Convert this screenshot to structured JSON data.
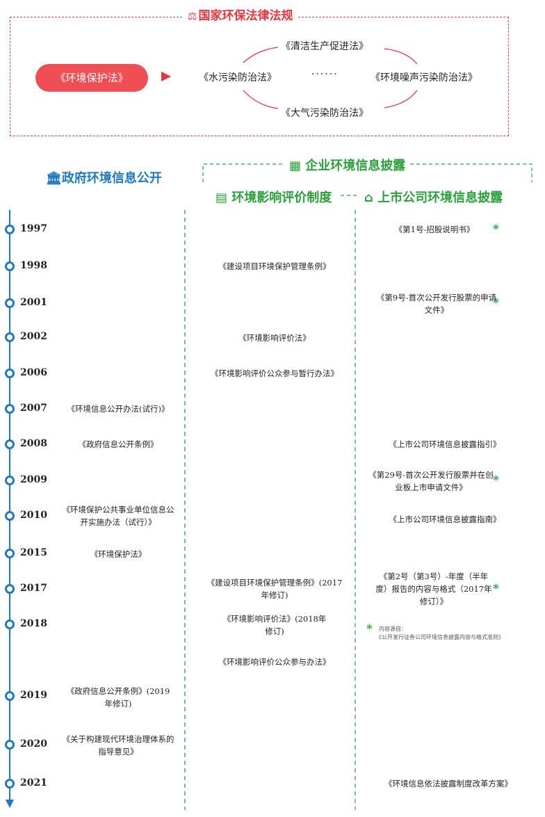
{
  "law_box": {
    "title": "国家环保法律法规",
    "icon": "scales-icon",
    "env_law": "《环境保护法》",
    "clean_production": "《清洁生产促进法》",
    "water_pollution": "《水污染防治法》",
    "ellipsis": "······",
    "noise_pollution": "《环境噪声污染防治法》",
    "air_pollution": "《大气污染防治法》",
    "accent": "#e8343c"
  },
  "headers": {
    "gov": "政府环境信息公开",
    "enterprise": "企业环境信息披露",
    "eia": "环境影响评价制度",
    "listed": "上市公司环境信息披露",
    "blue": "#1f78c4",
    "green": "#2aa13a"
  },
  "timeline": [
    {
      "year": "1997",
      "gov": "",
      "eia": "",
      "listed": "《第1号-招股说明书》",
      "star": true
    },
    {
      "year": "1998",
      "gov": "",
      "eia": "《建设项目环境保护管理条例》",
      "listed": "",
      "star": false
    },
    {
      "year": "2001",
      "gov": "",
      "eia": "",
      "listed": "《第9号-首次公开发行股票的申请文件》",
      "star": true
    },
    {
      "year": "2002",
      "gov": "",
      "eia": "《环境影响评价法》",
      "listed": "",
      "star": false
    },
    {
      "year": "2006",
      "gov": "",
      "eia": "《环境影响评价公众参与暂行办法》",
      "listed": "",
      "star": false
    },
    {
      "year": "2007",
      "gov": "《环境信息公开办法(试行)》",
      "eia": "",
      "listed": "",
      "star": false
    },
    {
      "year": "2008",
      "gov": "《政府信息公开条例》",
      "eia": "",
      "listed": "《上市公司环境信息披露指引》",
      "star": false
    },
    {
      "year": "2009",
      "gov": "",
      "eia": "",
      "listed": "《第29号-首次公开发行股票并在创业板上市申请文件》",
      "star": true
    },
    {
      "year": "2010",
      "gov": "《环境保护公共事业单位信息公开实施办法（试行）》",
      "eia": "",
      "listed": "《上市公司环境信息披露指南》",
      "star": false
    },
    {
      "year": "2015",
      "gov": "《环境保护法》",
      "eia": "",
      "listed": "",
      "star": false
    },
    {
      "year": "2017",
      "gov": "",
      "eia": "《建设项目环境保护管理条例》(2017年修订)",
      "listed": "《第2号（第3号）-年度（半年度）报告的内容与格式（2017年修订）》",
      "star": true
    },
    {
      "year": "2018",
      "gov": "",
      "eia": "《环境影响评价法》(2018年修订)",
      "listed": "",
      "star": false
    },
    {
      "year": "2019",
      "gov": "《政府信息公开条例》(2019年修订)",
      "eia": "",
      "listed": "",
      "star": false
    },
    {
      "year": "2020",
      "gov": "《关于构建现代环境治理体系的指导意见》",
      "eia": "",
      "listed": "",
      "star": false
    },
    {
      "year": "2021",
      "gov": "",
      "eia": "",
      "listed": "《环境信息依法披露制度改革方案》",
      "star": false
    }
  ],
  "extra_2018": {
    "eia_public": "《环境影响评价公众参与办法》",
    "note_label": "内容源自：",
    "note_text": "《公开发行证券公司环境信息披露内容与格式准则》",
    "star": "*"
  }
}
